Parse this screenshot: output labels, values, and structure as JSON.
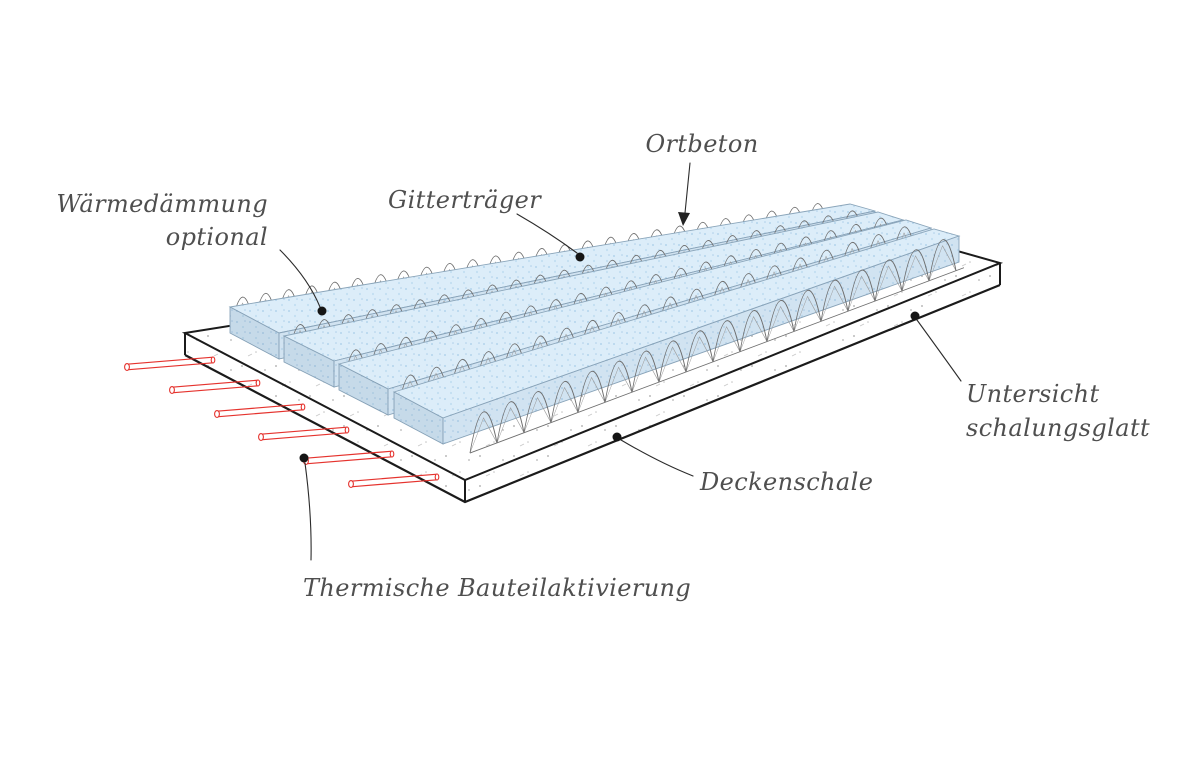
{
  "diagram": {
    "labels": {
      "ortbeton": "Ortbeton",
      "gittertraeger": "Gitterträger",
      "waermedaemmung": "Wärmedämmung",
      "waermedaemmung_sub": "optional",
      "untersicht": "Untersicht",
      "untersicht_sub": "schalungsglatt",
      "deckenschale": "Deckenschale",
      "thermische": "Thermische Bauteilaktivierung"
    },
    "colors": {
      "outline": "#1b1b1b",
      "insulation": "#dcedf9",
      "pipe": "#e5332e",
      "text": "#4f4f4f",
      "girder": "#6e6e6e",
      "anchor_dot": "#151515"
    }
  }
}
